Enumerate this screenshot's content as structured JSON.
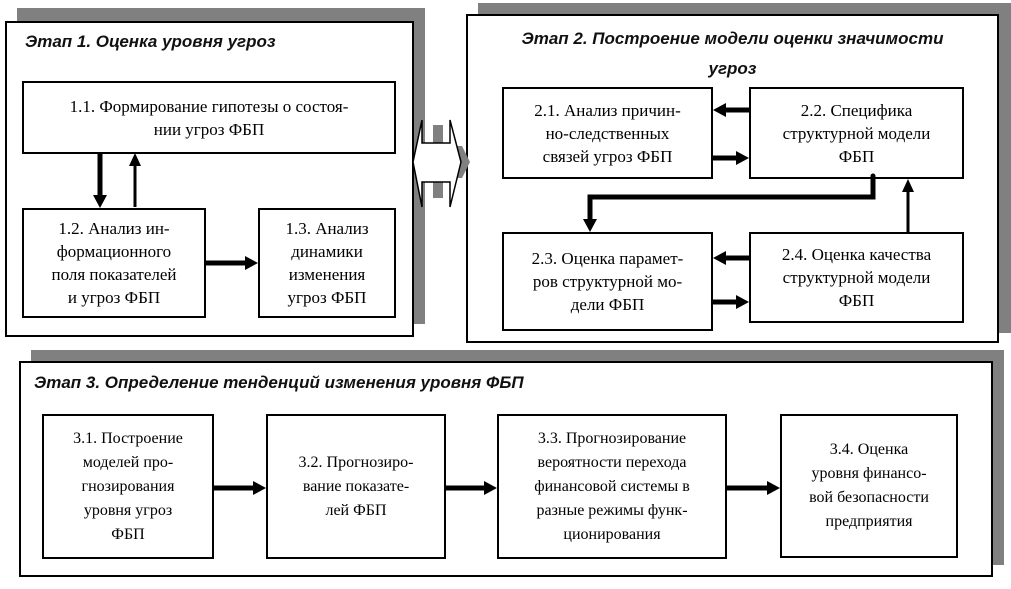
{
  "stage1": {
    "title": "Этап 1. Оценка уровня угроз",
    "boxes": [
      {
        "id": "1.1",
        "text": "1.1. Формирование гипотезы о состоя-\nнии угроз ФБП"
      },
      {
        "id": "1.2",
        "text": "1.2. Анализ ин-\nформационного\nполя показателей\nи угроз ФБП"
      },
      {
        "id": "1.3",
        "text": "1.3. Анализ\nдинамики\nизменения\nугроз ФБП"
      }
    ]
  },
  "stage2": {
    "title": "Этап 2. Построение модели оценки значимости\nугроз",
    "boxes": [
      {
        "id": "2.1",
        "text": "2.1.  Анализ причин-\nно-следственных\nсвязей угроз ФБП"
      },
      {
        "id": "2.2",
        "text": "2.2. Специфика\nструктурной модели\nФБП"
      },
      {
        "id": "2.3",
        "text": "2.3. Оценка парамет-\nров структурной мо-\nдели ФБП"
      },
      {
        "id": "2.4",
        "text": "2.4. Оценка качества\nструктурной модели\nФБП"
      }
    ]
  },
  "stage3": {
    "title": "Этап 3. Определение тенденций изменения уровня ФБП",
    "boxes": [
      {
        "id": "3.1",
        "text": "3.1. Построение\nмоделей про-\nгнозирования\nуровня угроз\nФБП"
      },
      {
        "id": "3.2",
        "text": "3.2. Прогнозиро-\nвание показате-\nлей ФБП"
      },
      {
        "id": "3.3",
        "text": "3.3. Прогнозирование\nвероятности перехода\nфинансовой системы в\nразные режимы функ-\nционирования"
      },
      {
        "id": "3.4",
        "text": "3.4. Оценка\nуровня финансо-\nвой безопасности\nпредприятия"
      }
    ]
  },
  "connections": [
    {
      "from": "1.1",
      "to": "1.2"
    },
    {
      "from": "1.2",
      "to": "1.1"
    },
    {
      "from": "1.2",
      "to": "1.3"
    },
    {
      "from": "stage1",
      "to": "stage2",
      "type": "bidirectional"
    },
    {
      "from": "2.2",
      "to": "2.1"
    },
    {
      "from": "2.1",
      "to": "2.2"
    },
    {
      "from": "2.2",
      "to": "2.3"
    },
    {
      "from": "2.4",
      "to": "2.2"
    },
    {
      "from": "2.4",
      "to": "2.3"
    },
    {
      "from": "2.3",
      "to": "2.4"
    },
    {
      "from": "3.1",
      "to": "3.2"
    },
    {
      "from": "3.2",
      "to": "3.3"
    },
    {
      "from": "3.3",
      "to": "3.4"
    }
  ],
  "colors": {
    "shadow": "#808080",
    "line": "#000000",
    "background": "#ffffff"
  }
}
